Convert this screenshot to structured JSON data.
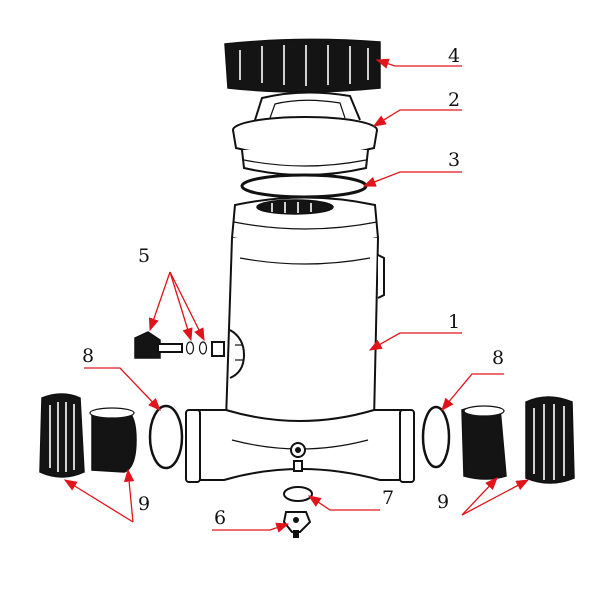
{
  "diagram": {
    "labels": {
      "cover": "4",
      "basket": "2",
      "o_ring": "3",
      "body": "1",
      "valve_kit": "5",
      "gasket_left": "8",
      "gasket_right": "8",
      "drain_plug": "6",
      "plug_seal": "7",
      "union_left": "9",
      "union_right": "9"
    },
    "colors": {
      "leader_line": "#e0141b",
      "arrow": "#e0141b",
      "ink": "#111111"
    }
  }
}
